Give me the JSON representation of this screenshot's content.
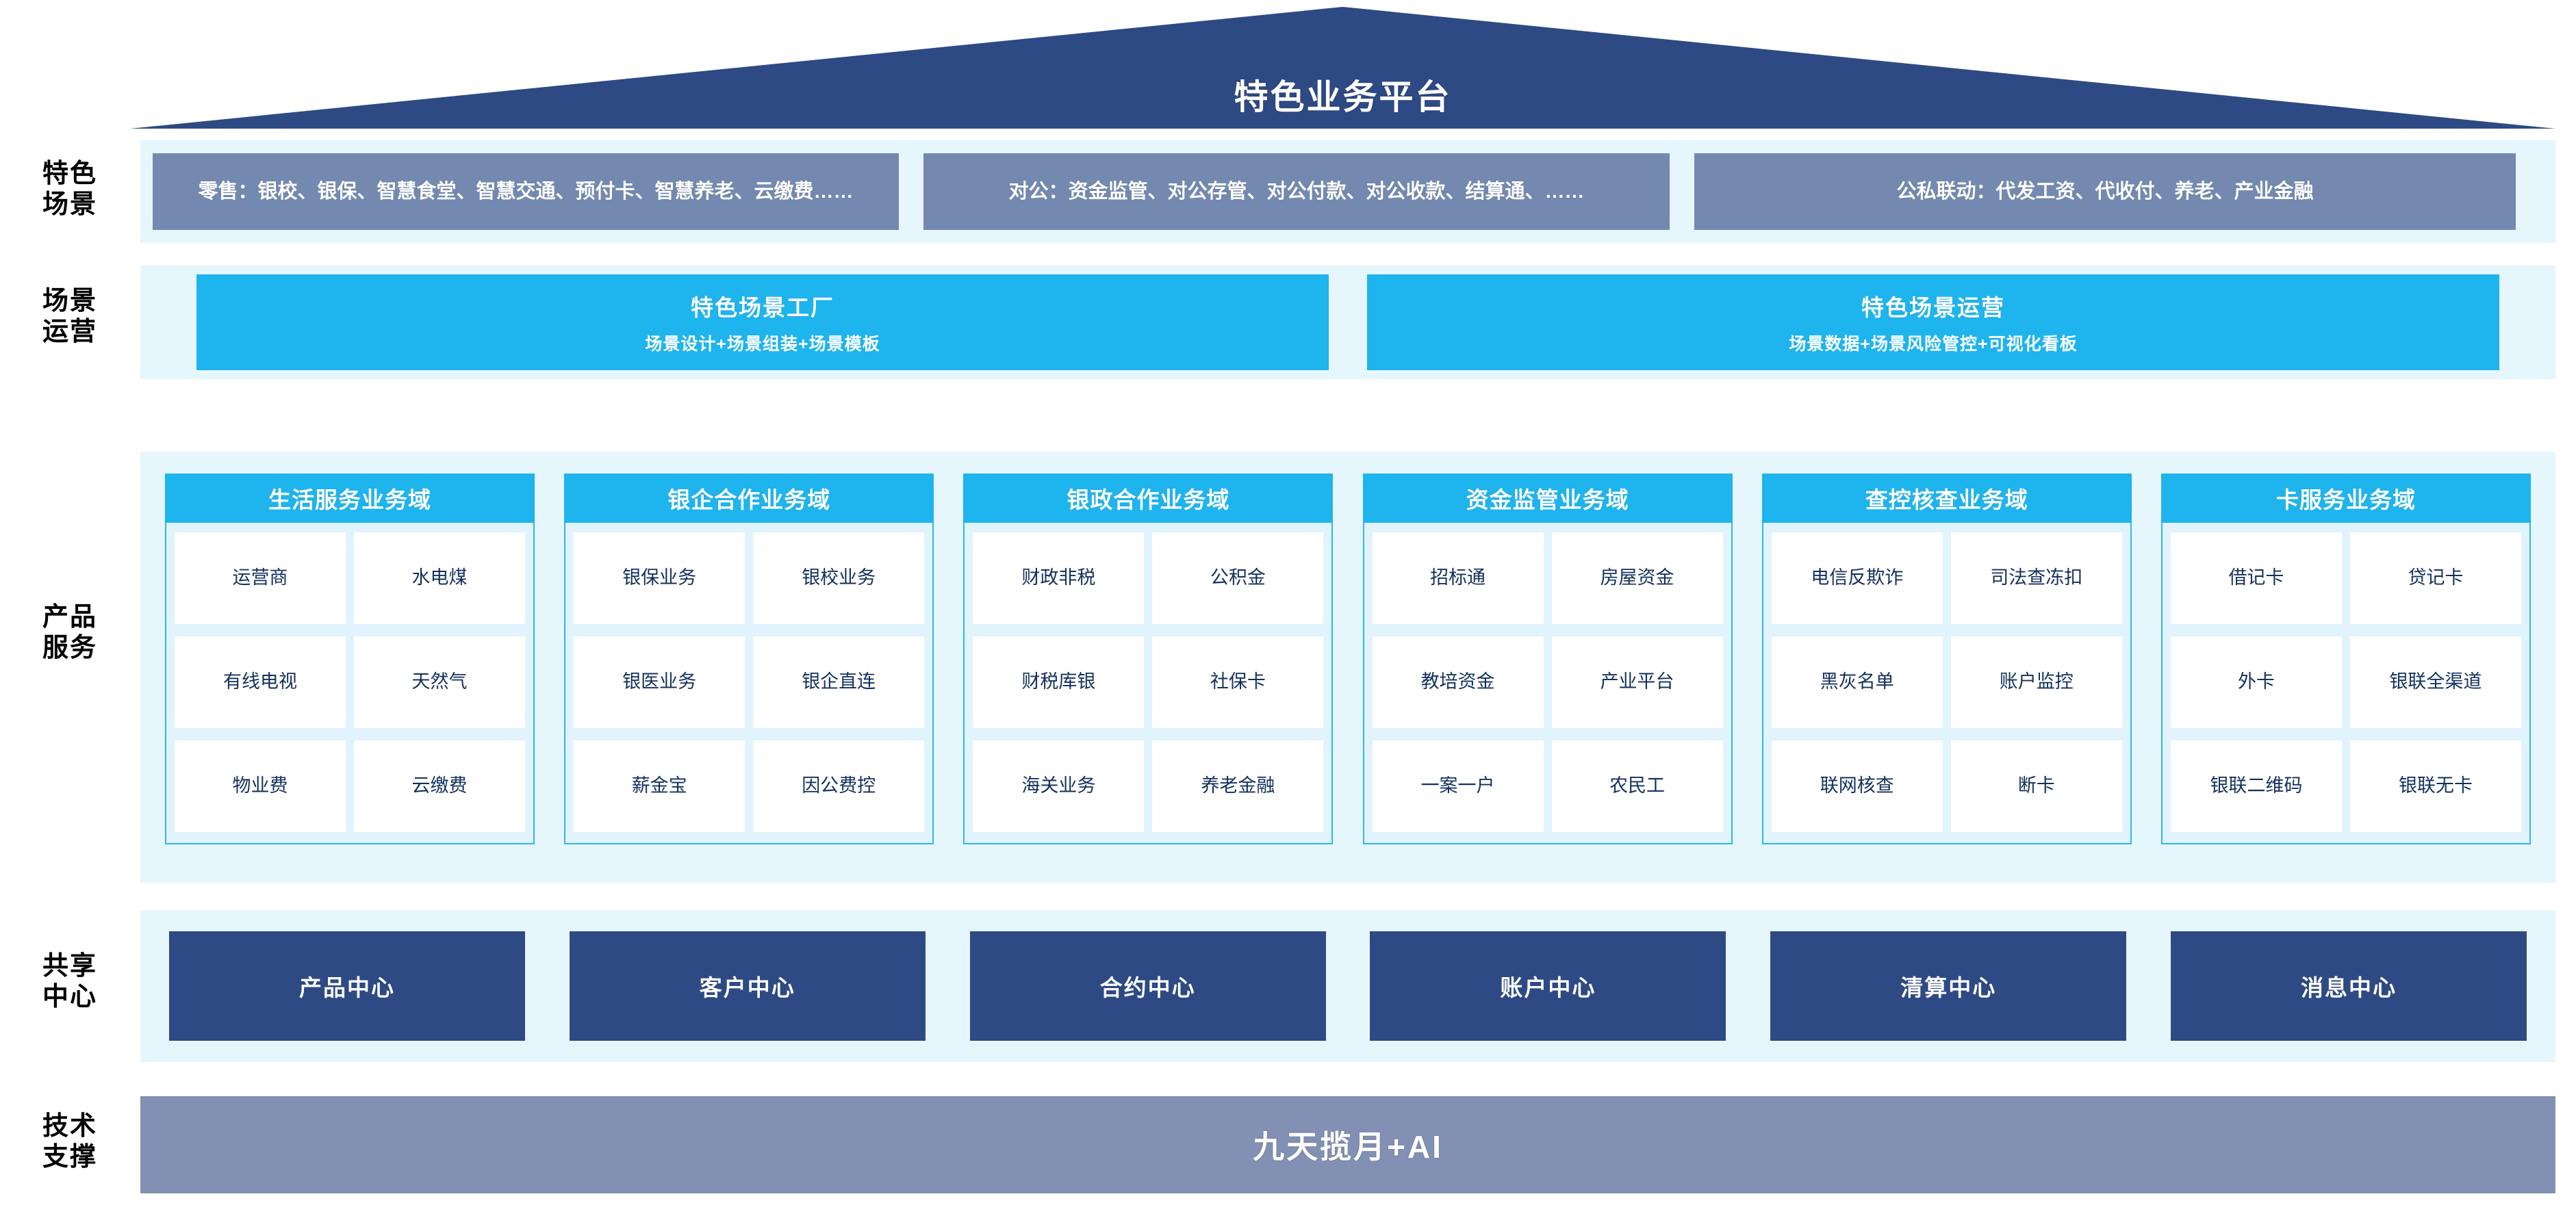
{
  "title": "特色业务平台",
  "rows": {
    "scene": {
      "label_line1": "特色",
      "label_line2": "场景"
    },
    "ops": {
      "label_line1": "场景",
      "label_line2": "运营"
    },
    "product": {
      "label_line1": "产品",
      "label_line2": "服务"
    },
    "shared": {
      "label_line1": "共享",
      "label_line2": "中心"
    },
    "tech": {
      "label_line1": "技术",
      "label_line2": "支撑"
    }
  },
  "scenes": [
    {
      "text": "零售：银校、银保、智慧食堂、智慧交通、预付卡、智慧养老、云缴费……"
    },
    {
      "text": "对公：资金监管、对公存管、对公付款、对公收款、结算通、……"
    },
    {
      "text": "公私联动：代发工资、代收付、养老、产业金融"
    }
  ],
  "operations": [
    {
      "title": "特色场景工厂",
      "subtitle": "场景设计+场景组装+场景模板"
    },
    {
      "title": "特色场景运营",
      "subtitle": "场景数据+场景风险管控+可视化看板"
    }
  ],
  "domains": [
    {
      "title": "生活服务业务域",
      "items": [
        {
          "line1": "运营商",
          "line2": ""
        },
        {
          "line1": "水电煤",
          "line2": ""
        },
        {
          "line1": "有线电视",
          "line2": ""
        },
        {
          "line1": "天然气",
          "line2": ""
        },
        {
          "line1": "物业费",
          "line2": ""
        },
        {
          "line1": "云缴费",
          "line2": ""
        }
      ]
    },
    {
      "title": "银企合作业务域",
      "items": [
        {
          "line1": "银保业务",
          "line2": ""
        },
        {
          "line1": "银校业务",
          "line2": ""
        },
        {
          "line1": "银医业务",
          "line2": ""
        },
        {
          "line1": "银企直连",
          "line2": ""
        },
        {
          "line1": "薪金宝",
          "line2": ""
        },
        {
          "line1": "因公费控",
          "line2": ""
        }
      ]
    },
    {
      "title": "银政合作业务域",
      "items": [
        {
          "line1": "财政非税",
          "line2": ""
        },
        {
          "line1": "公积金",
          "line2": ""
        },
        {
          "line1": "财税库银",
          "line2": ""
        },
        {
          "line1": "社保卡",
          "line2": ""
        },
        {
          "line1": "海关业务",
          "line2": ""
        },
        {
          "line1": "养老金融",
          "line2": ""
        }
      ]
    },
    {
      "title": "资金监管业务域",
      "items": [
        {
          "line1": "招标通",
          "line2": ""
        },
        {
          "line1": "房屋资金",
          "line2": ""
        },
        {
          "line1": "教培资金",
          "line2": ""
        },
        {
          "line1": "产业平台",
          "line2": ""
        },
        {
          "line1": "一案一户",
          "line2": ""
        },
        {
          "line1": "农民工",
          "line2": ""
        }
      ]
    },
    {
      "title": "查控核查业务域",
      "items": [
        {
          "line1": "电信",
          "line2": "反欺诈"
        },
        {
          "line1": "司法",
          "line2": "查冻扣"
        },
        {
          "line1": "黑灰名单",
          "line2": ""
        },
        {
          "line1": "账户监控",
          "line2": ""
        },
        {
          "line1": "联网核查",
          "line2": ""
        },
        {
          "line1": "断卡",
          "line2": ""
        }
      ]
    },
    {
      "title": "卡服务业务域",
      "items": [
        {
          "line1": "借记卡",
          "line2": ""
        },
        {
          "line1": "贷记卡",
          "line2": ""
        },
        {
          "line1": "外卡",
          "line2": ""
        },
        {
          "line1": "银联",
          "line2": "全渠道"
        },
        {
          "line1": "银联",
          "line2": "二维码"
        },
        {
          "line1": "银联无卡",
          "line2": ""
        }
      ]
    }
  ],
  "shared_centers": [
    {
      "label": "产品中心"
    },
    {
      "label": "客户中心"
    },
    {
      "label": "合约中心"
    },
    {
      "label": "账户中心"
    },
    {
      "label": "清算中心"
    },
    {
      "label": "消息中心"
    }
  ],
  "tech_support": {
    "label": "九天揽月+AI"
  },
  "colors": {
    "roof_navy": "#2e4a85",
    "panel_bg": "#e6f6fd",
    "scene_slate": "#7389b0",
    "cyan": "#1eb4ee",
    "card_body_bg": "#e1f4fd",
    "card_border": "#2fb6ea",
    "tile_bg": "#ffffff",
    "tile_text": "#13305e",
    "tech_bar": "#8290b4"
  }
}
